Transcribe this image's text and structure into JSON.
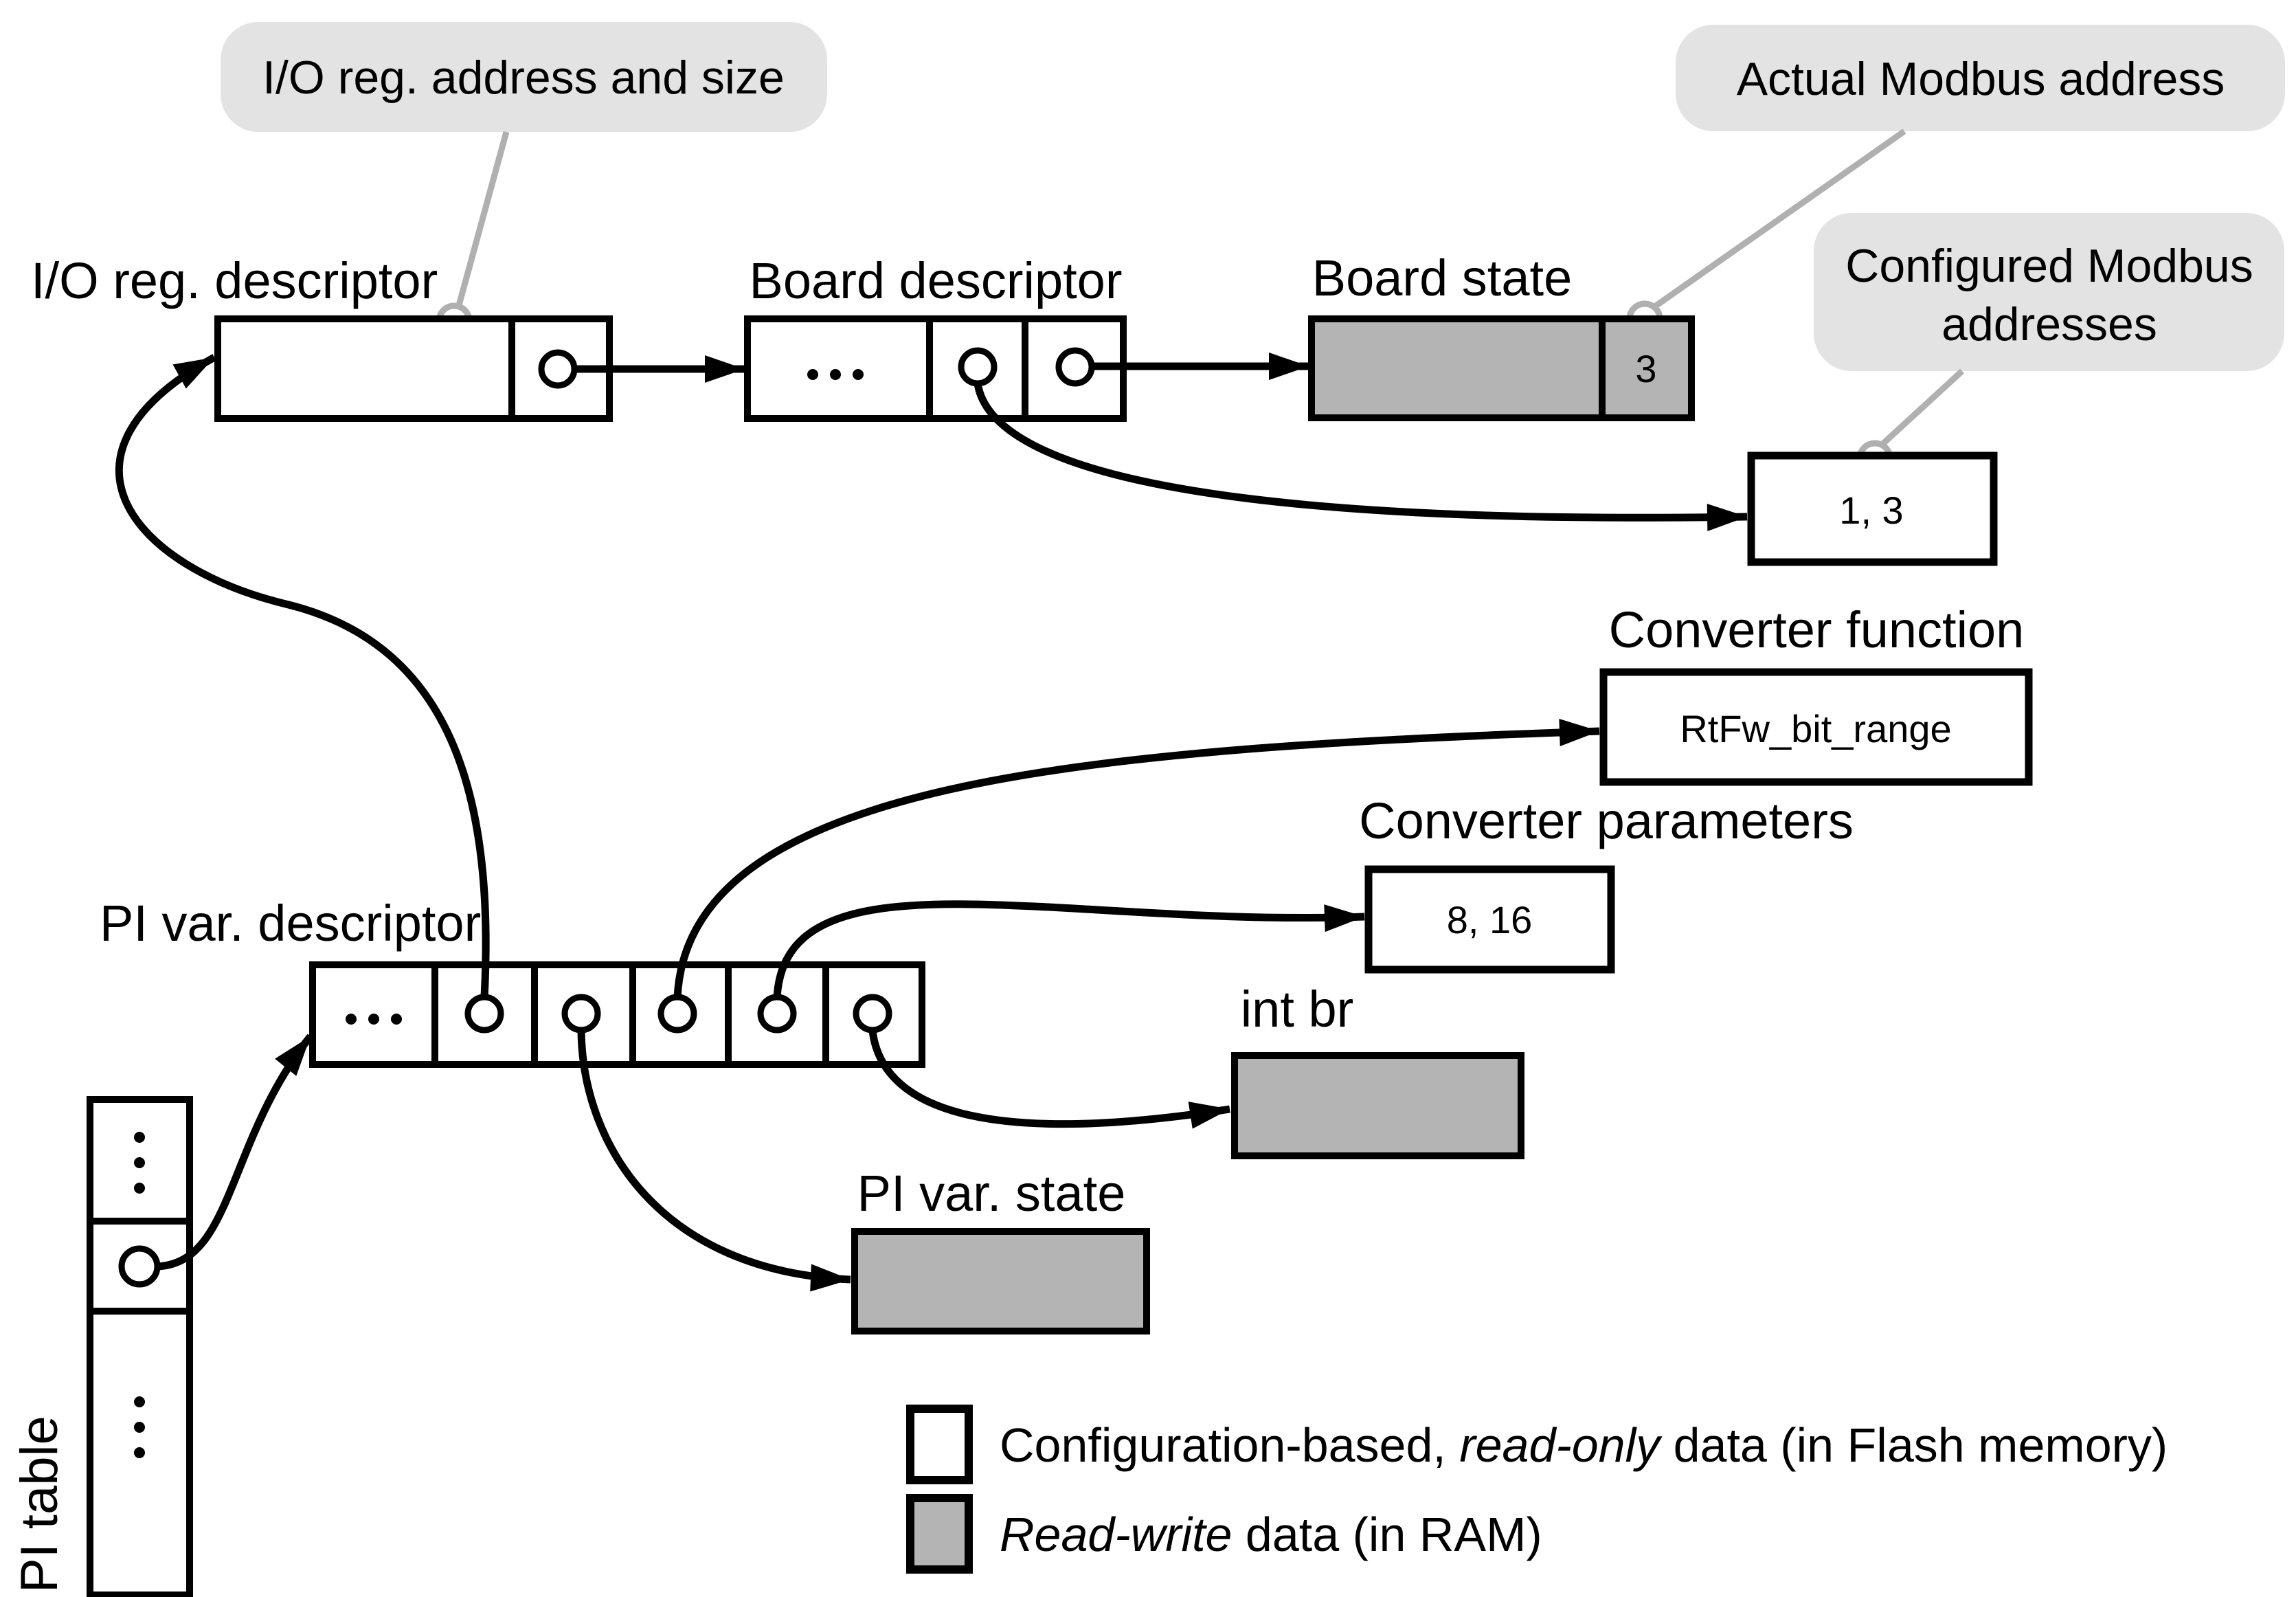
{
  "callouts": {
    "io_reg_addr": "I/O reg. address and size",
    "actual_modbus": "Actual Modbus address",
    "configured_modbus_line1": "Configured Modbus",
    "configured_modbus_line2": "addresses"
  },
  "labels": {
    "io_reg_descriptor": "I/O reg. descriptor",
    "board_descriptor": "Board descriptor",
    "board_state": "Board state",
    "converter_function": "Converter function",
    "converter_parameters": "Converter parameters",
    "int_br": "int br",
    "pi_var_descriptor": "PI var. descriptor",
    "pi_var_state": "PI var. state",
    "pi_table": "PI table"
  },
  "values": {
    "board_state_value": "3",
    "configured_addresses": "1, 3",
    "converter_function_name": "RtFw_bit_range",
    "converter_parameters_value": "8, 16"
  },
  "legend": {
    "flash": {
      "prefix": "Configuration-based, ",
      "italic": "read-only",
      "suffix": " data (in Flash memory)"
    },
    "ram": {
      "italic": "Read-write",
      "suffix": " data (in RAM)"
    }
  },
  "colors": {
    "ram_fill": "#b4b4b4",
    "flash_fill": "#ffffff",
    "callout_fill": "#e3e3e3",
    "leader": "#b0b0b0",
    "line": "#000000"
  }
}
